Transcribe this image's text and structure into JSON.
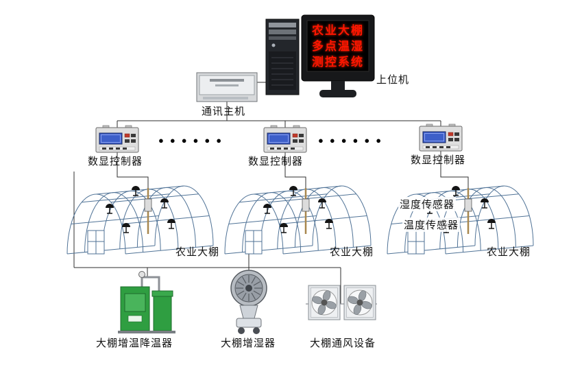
{
  "monitor": {
    "line1": "农业大棚",
    "line2": "多点温湿",
    "line3": "测控系统"
  },
  "labels": {
    "host_pc": "上位机",
    "comm_host": "通讯主机",
    "controller": "数显控制器",
    "greenhouse": "农业大棚",
    "humidity_sensor": "湿度传感器",
    "temperature_sensor": "温度传感器",
    "heater_cooler": "大棚增温降温器",
    "humidifier": "大棚增湿器",
    "ventilation": "大棚通风设备"
  },
  "ellipsis": {
    "left": "●●●●●●",
    "right": "●●●●●●"
  },
  "colors": {
    "monitor_text": "#ff1500",
    "wireframe": "#4f7296",
    "heater_green": "#2f9e41",
    "wire": "#2e2e2e"
  }
}
